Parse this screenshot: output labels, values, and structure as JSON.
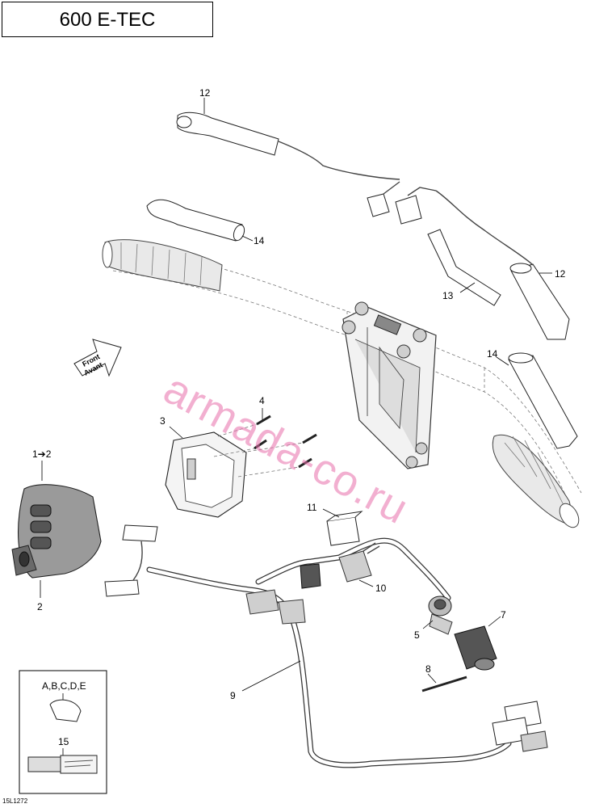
{
  "title": "600 E-TEC",
  "drawing_code": "15L1272",
  "watermark": "armada-co.ru",
  "front_arrow": {
    "line1": "Front",
    "line2": "Avant"
  },
  "kit_box": {
    "label_top": "A,B,C,D,E",
    "label_bottom": "15"
  },
  "callouts": {
    "c12a": "12",
    "c14a": "14",
    "c13": "13",
    "c12b": "12",
    "c14b": "14",
    "c4": "4",
    "c3": "3",
    "c1": "1➔2",
    "c2": "2",
    "c11": "11",
    "c10": "10",
    "c5": "5",
    "c7": "7",
    "c8": "8",
    "c9": "9"
  }
}
